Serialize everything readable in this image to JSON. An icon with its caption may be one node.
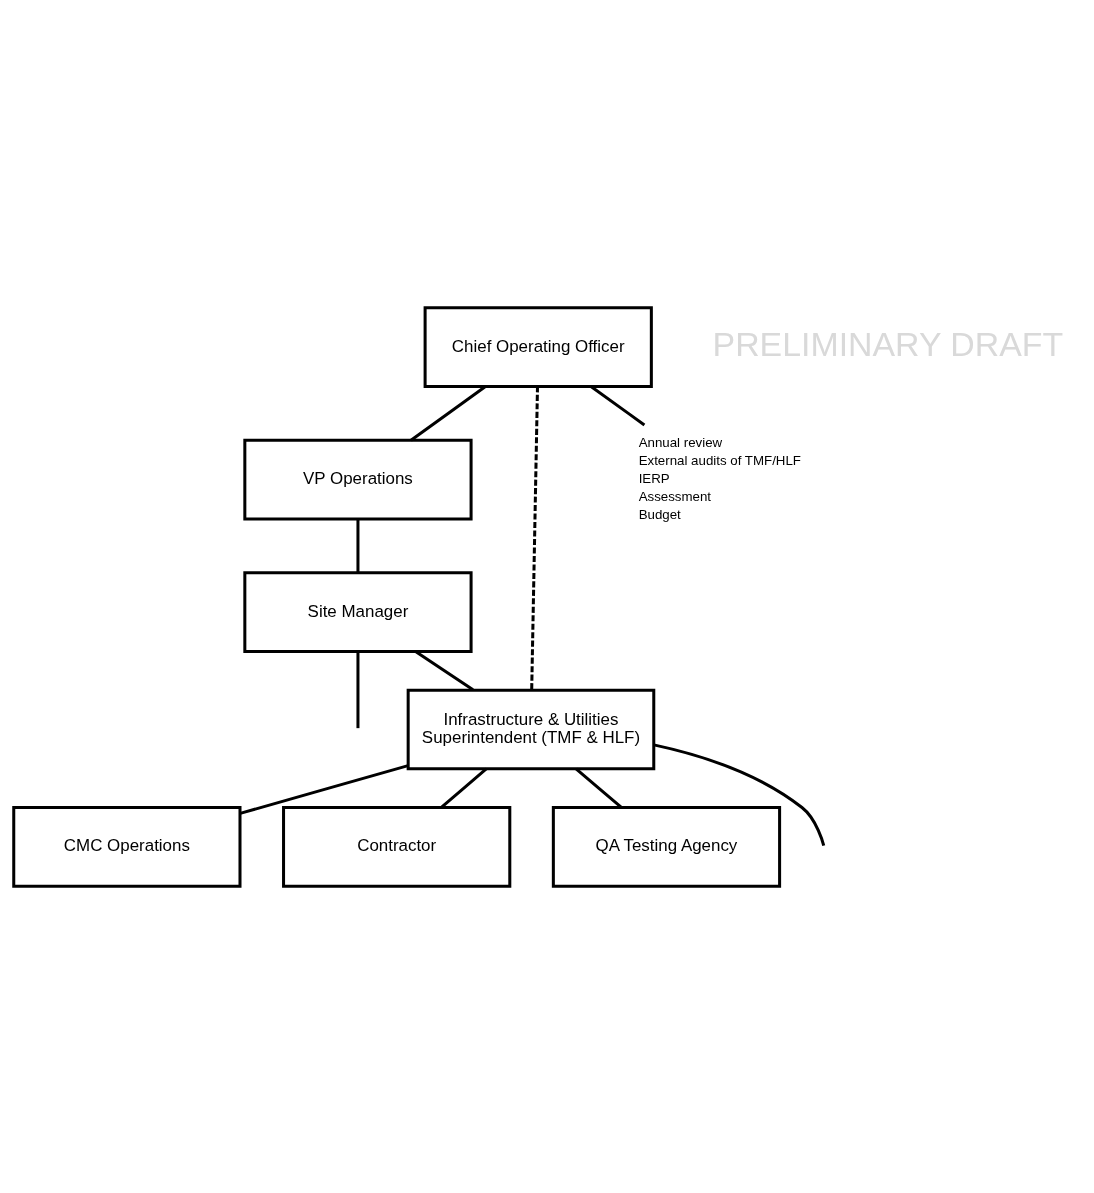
{
  "diagram": {
    "nodes": [
      {
        "text": [
          "Chief Operating Officer"
        ]
      },
      {
        "text": [
          "VP Operations"
        ]
      },
      {
        "text": [
          "Site Manager"
        ]
      },
      {
        "text": [
          "Infrastructure & Utilities Superintendent (TMF & HLF)"
        ]
      },
      {
        "text": [
          "CMC Operations"
        ]
      },
      {
        "text": [
          "Contractor"
        ]
      },
      {
        "text": [
          "QA Testing Agency"
        ]
      },
      {
        "text": [
          "Annual review",
          "External audits of TMF/HLF",
          "IERP",
          "Assessment",
          "Budget"
        ]
      }
    ],
    "edges": [
      {
        "from": 0,
        "to": 7,
        "arrow": "none"
      },
      {
        "from": 0,
        "to": 1,
        "arrow": "none"
      },
      {
        "from": 0,
        "to": 3,
        "arrow": "none",
        "style": "dashed"
      },
      {
        "from": 1,
        "to": 2,
        "arrow": "none"
      },
      {
        "from": 2,
        "to": null,
        "arrow": "none"
      },
      {
        "from": 2,
        "to": 3,
        "arrow": "none"
      },
      {
        "from": 3,
        "to": 4,
        "arrow": "none"
      },
      {
        "from": 3,
        "to": 5,
        "arrow": "none"
      },
      {
        "from": 3,
        "to": 6,
        "arrow": "none"
      },
      {
        "from": 3,
        "to": null,
        "arrow": "none"
      }
    ],
    "labels": [
      "PRELIMINARY DRAFT"
    ]
  }
}
